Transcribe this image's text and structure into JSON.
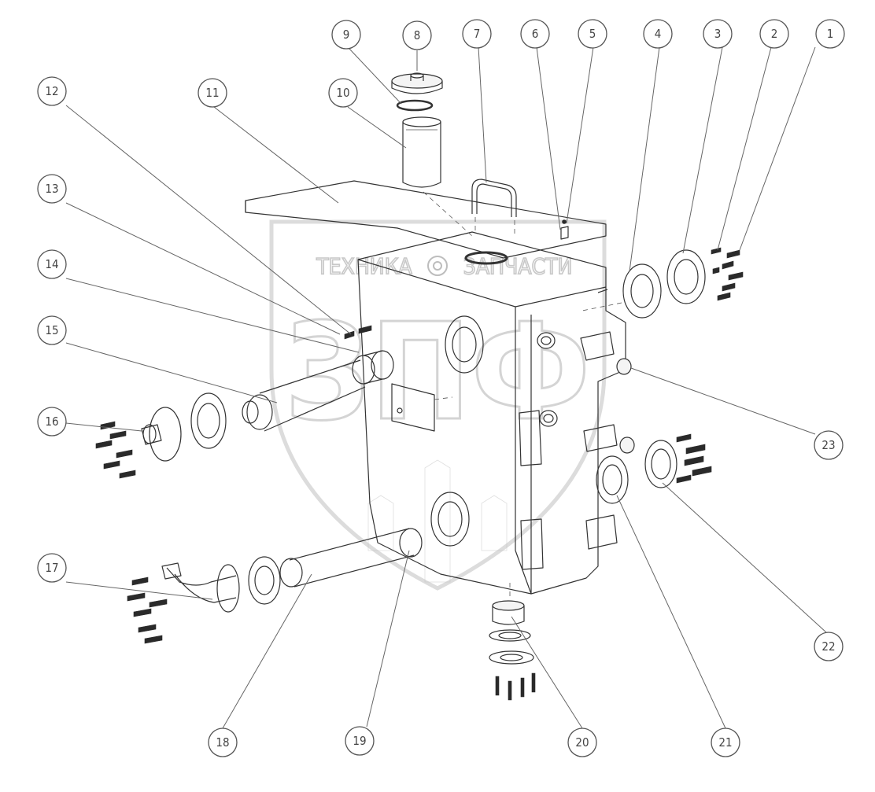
{
  "watermark": {
    "left_text": "ТЕХНИКА",
    "right_text": "ЗАПЧАСТИ",
    "logo_text": "ЗПФ"
  },
  "callouts": [
    {
      "label": "1"
    },
    {
      "label": "2"
    },
    {
      "label": "3"
    },
    {
      "label": "4"
    },
    {
      "label": "5"
    },
    {
      "label": "6"
    },
    {
      "label": "7"
    },
    {
      "label": "8"
    },
    {
      "label": "9"
    },
    {
      "label": "10"
    },
    {
      "label": "11"
    },
    {
      "label": "12"
    },
    {
      "label": "13"
    },
    {
      "label": "14"
    },
    {
      "label": "15"
    },
    {
      "label": "16"
    },
    {
      "label": "17"
    },
    {
      "label": "18"
    },
    {
      "label": "19"
    },
    {
      "label": "20"
    },
    {
      "label": "21"
    },
    {
      "label": "22"
    },
    {
      "label": "23"
    }
  ]
}
